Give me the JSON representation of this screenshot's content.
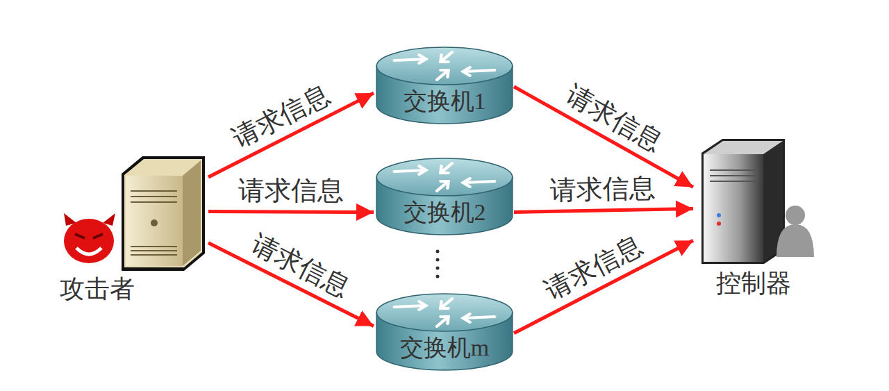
{
  "diagram": {
    "nodes": [
      {
        "text": [
          "攻击者"
        ]
      },
      {
        "text": [
          "交换机1"
        ]
      },
      {
        "text": [
          "交换机2"
        ]
      },
      {
        "text": [
          "交换机m"
        ]
      },
      {
        "text": [
          "控制器"
        ]
      }
    ],
    "edges": [
      {
        "from": 0,
        "to": 1,
        "arrow": "to",
        "label": "请求信息"
      },
      {
        "from": 0,
        "to": 2,
        "arrow": "to",
        "label": "请求信息"
      },
      {
        "from": 0,
        "to": 3,
        "arrow": "to",
        "label": "请求信息"
      },
      {
        "from": 1,
        "to": 4,
        "arrow": "to",
        "label": "请求信息"
      },
      {
        "from": 2,
        "to": 4,
        "arrow": "to",
        "label": "请求信息"
      },
      {
        "from": 3,
        "to": 4,
        "arrow": "to",
        "label": "请求信息"
      }
    ]
  }
}
